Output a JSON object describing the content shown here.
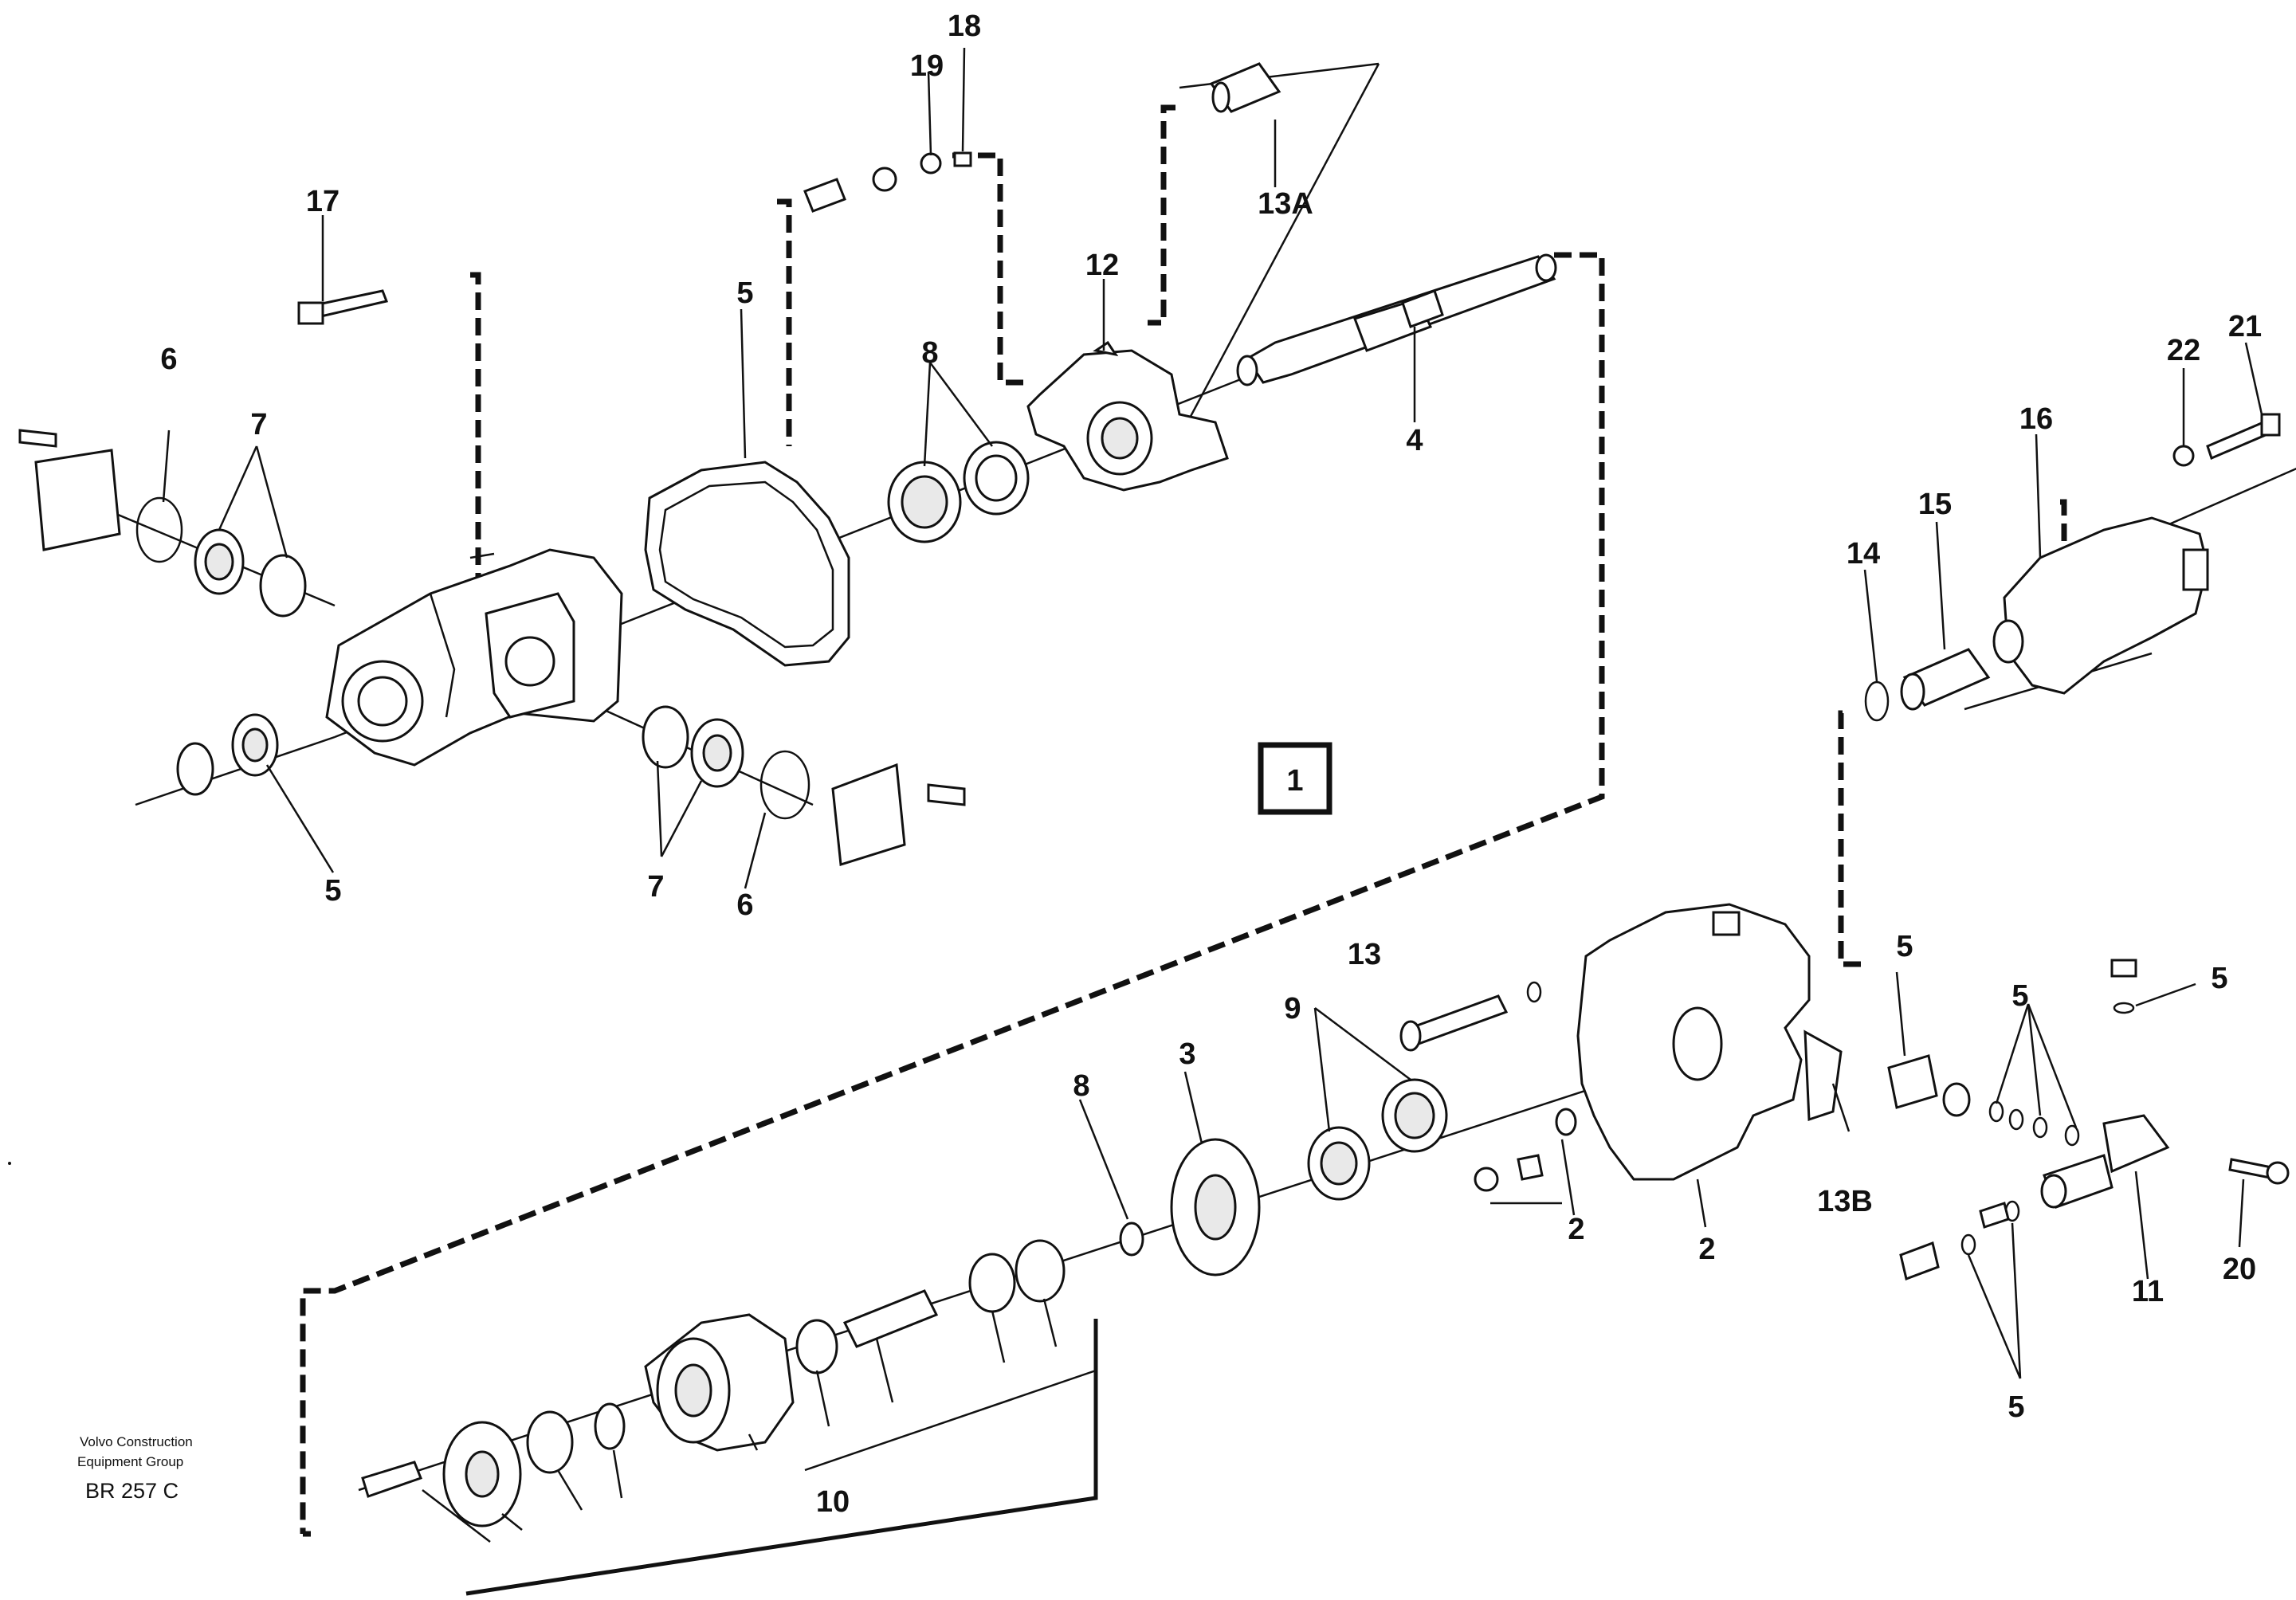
{
  "labels": {
    "p1": "1",
    "p2a": "2",
    "p2b": "2",
    "p3": "3",
    "p4": "4",
    "p5a": "5",
    "p5b": "5",
    "p5c": "5",
    "p5d": "5",
    "p5e": "5",
    "p5f": "5",
    "p6a": "6",
    "p6b": "6",
    "p7a": "7",
    "p7b": "7",
    "p8a": "8",
    "p8b": "8",
    "p9": "9",
    "p10": "10",
    "p11": "11",
    "p12": "12",
    "p13": "13",
    "p13a": "13A",
    "p13b": "13B",
    "p14": "14",
    "p15": "15",
    "p16": "16",
    "p17": "17",
    "p18": "18",
    "p19": "19",
    "p20": "20",
    "p21": "21",
    "p22": "22"
  },
  "credit": {
    "line1": "Volvo Construction",
    "line2": "Equipment Group",
    "code": "BR 257 C"
  }
}
